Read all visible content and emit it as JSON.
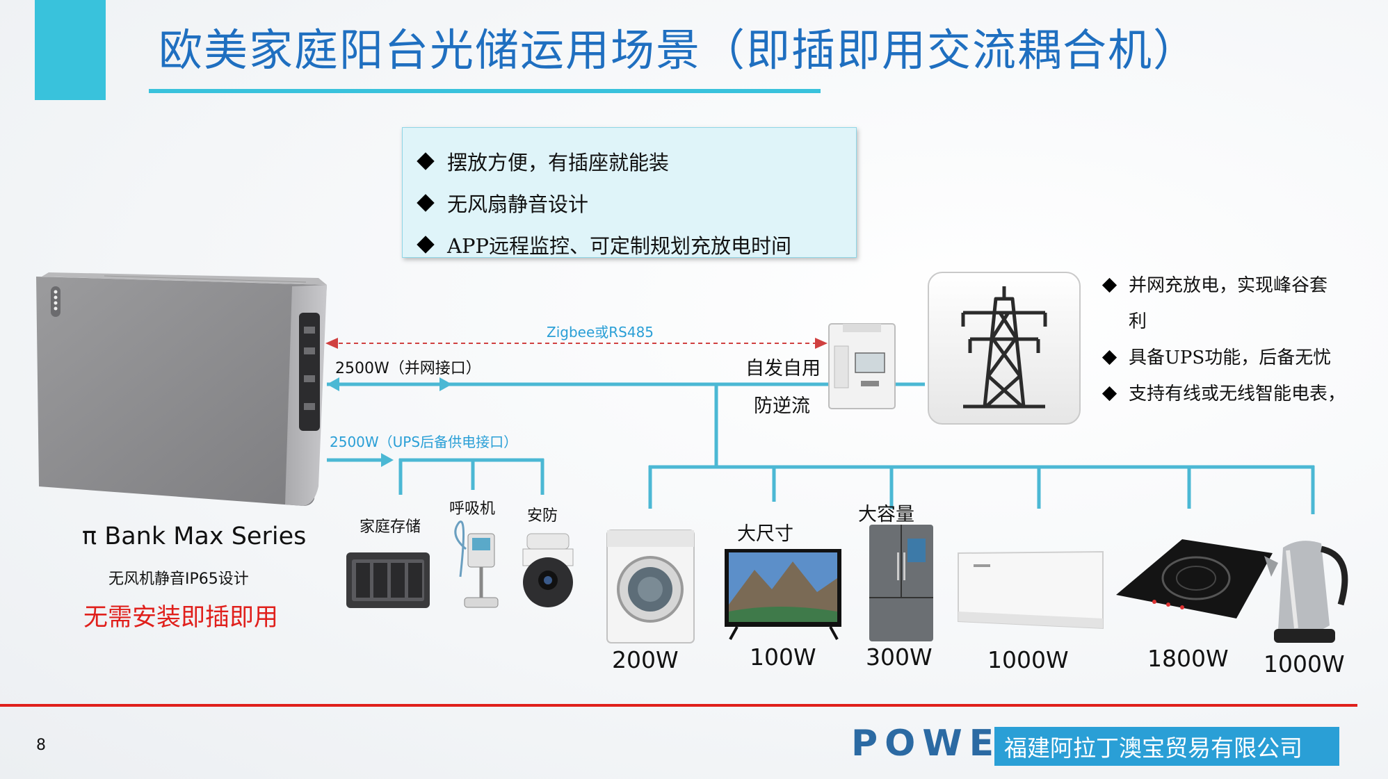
{
  "header": {
    "title": "欧美家庭阳台光储运用场景（即插即用交流耦合机）"
  },
  "features": [
    "摆放方便，有插座就能装",
    "无风扇静音设计",
    "APP远程监控、可定制规划充放电时间"
  ],
  "grid_features": [
    "并网充放电，实现峰谷套",
    "利",
    "具备UPS功能，后备无忧",
    "支持有线或无线智能电表，"
  ],
  "links": {
    "comm_label": "Zigbee或RS485",
    "grid_port": "2500W（并网接口）",
    "ups_port": "2500W（UPS后备供电接口）",
    "meter_label_1": "自发自用",
    "meter_label_2": "防逆流"
  },
  "backup_loads": [
    {
      "name": "家庭存储"
    },
    {
      "name": "呼吸机"
    },
    {
      "name": "安防"
    }
  ],
  "appliances": [
    {
      "caption": "",
      "watt": "200W"
    },
    {
      "caption": "大尺寸",
      "watt": "100W"
    },
    {
      "caption": "大容量",
      "watt": "300W"
    },
    {
      "caption": "",
      "watt": "1000W"
    },
    {
      "caption": "",
      "watt": "1800W"
    },
    {
      "caption": "",
      "watt": "1000W"
    }
  ],
  "product": {
    "name": "π Bank Max Series",
    "subtitle": "无风机静音IP65设计",
    "slogan": "无需安装即插即用"
  },
  "footer": {
    "page_number": "8",
    "logo": "POWET",
    "company": "福建阿拉丁澳宝贸易有限公司"
  },
  "colors": {
    "accent": "#39c2dc",
    "title": "#1f6fc0",
    "line": "#4bb8d4",
    "red": "#e0201c"
  }
}
